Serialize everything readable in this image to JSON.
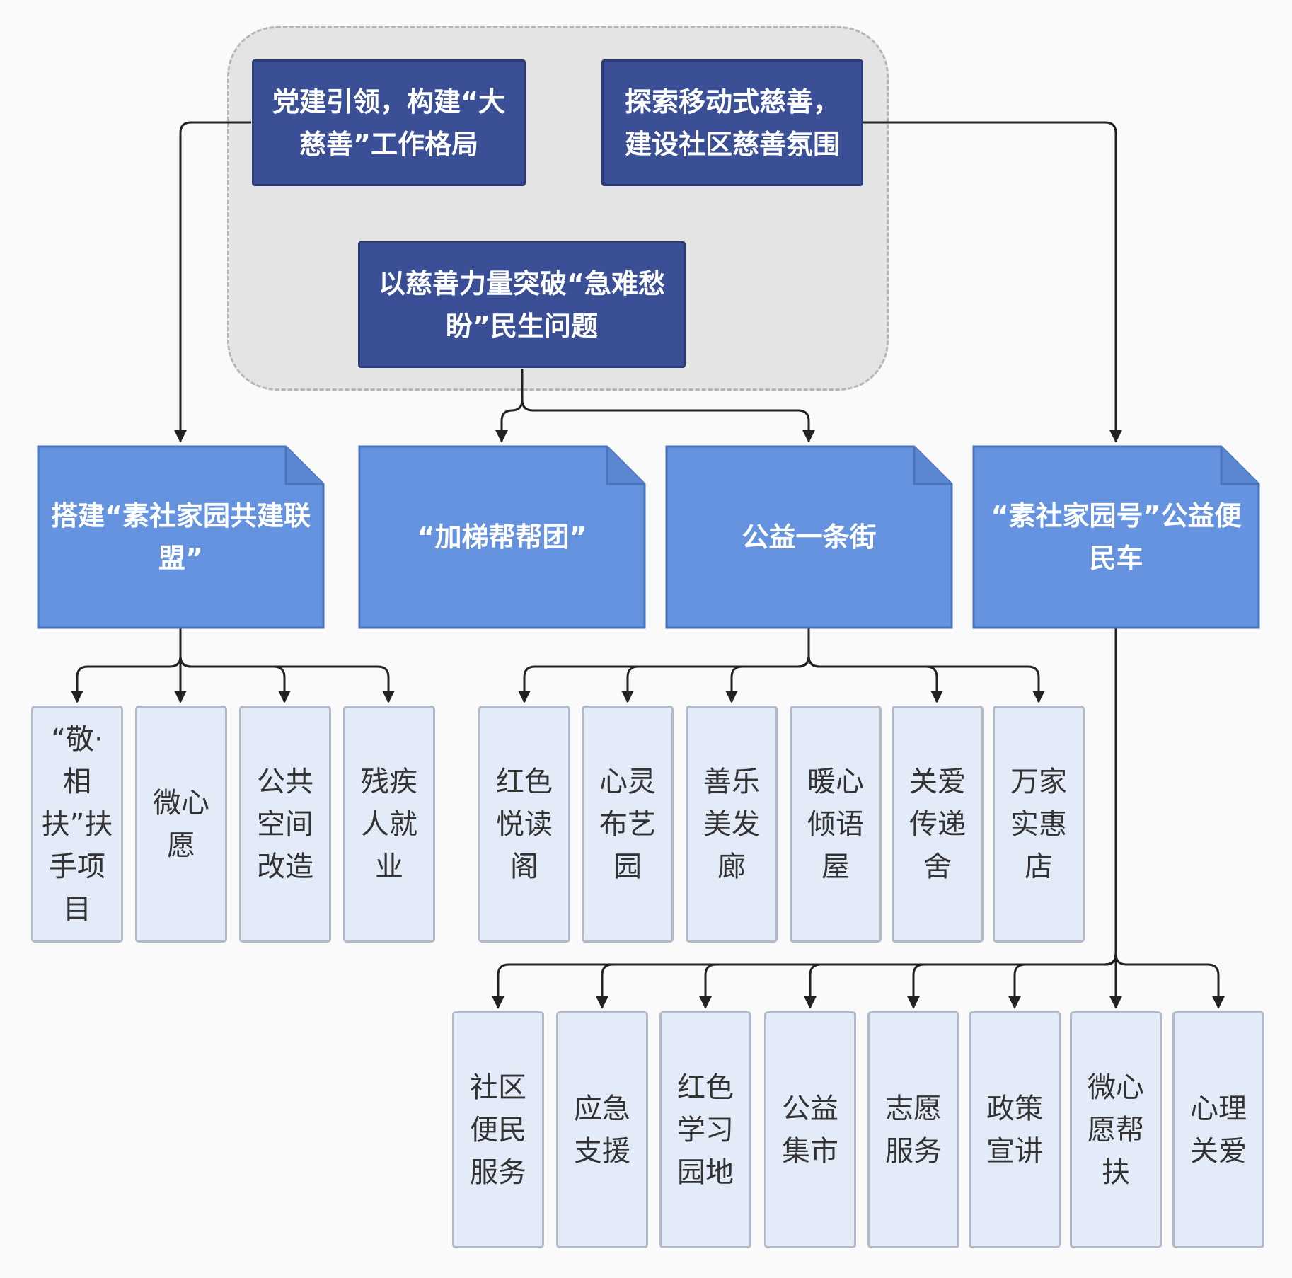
{
  "colors": {
    "group_background": "#e4e4e4",
    "group_border": "#b5b5b5",
    "dark_node": "#3a4f96",
    "document_node": "#6593e0",
    "leaf_node": "#e4ebf8",
    "leaf_border": "#b2b9c8",
    "connector": "#222222"
  },
  "strategies": [
    {
      "id": "s1",
      "text": "党建引领，构建“大\n慈善”工作格局"
    },
    {
      "id": "s2",
      "text": "探索移动式慈善，\n建设社区慈善氛围"
    },
    {
      "id": "s3",
      "text": "以慈善力量突破“急难愁\n盼”民生问题"
    }
  ],
  "programs": [
    {
      "id": "p1",
      "text": "搭建“素社家园共建联\n盟”"
    },
    {
      "id": "p2",
      "text": "“加梯帮帮团”"
    },
    {
      "id": "p3",
      "text": "公益一条街"
    },
    {
      "id": "p4",
      "text": "“素社家园号”公益便\n民车"
    }
  ],
  "activities": {
    "alliance": [
      "“敬·\n相\n扶”扶\n手项\n目",
      "微心\n愿",
      "公共\n空间\n改造",
      "残疾\n人就\n业"
    ],
    "street": [
      "红色\n悦读\n阁",
      "心灵\n布艺\n园",
      "善乐\n美发\n廊",
      "暖心\n倾语\n屋",
      "关爱\n传递\n舍",
      "万家\n实惠\n店"
    ],
    "bus": [
      "社区\n便民\n服务",
      "应急\n支援",
      "红色\n学习\n园地",
      "公益\n集市",
      "志愿\n服务",
      "政策\n宣讲",
      "微心\n愿帮\n扶",
      "心理\n关爱"
    ]
  },
  "edges": [
    [
      "s1",
      "p1"
    ],
    [
      "s3",
      "p2"
    ],
    [
      "s3",
      "p3"
    ],
    [
      "s2",
      "p4"
    ],
    [
      "p1",
      "alliance"
    ],
    [
      "p3",
      "street"
    ],
    [
      "p4",
      "bus"
    ]
  ]
}
